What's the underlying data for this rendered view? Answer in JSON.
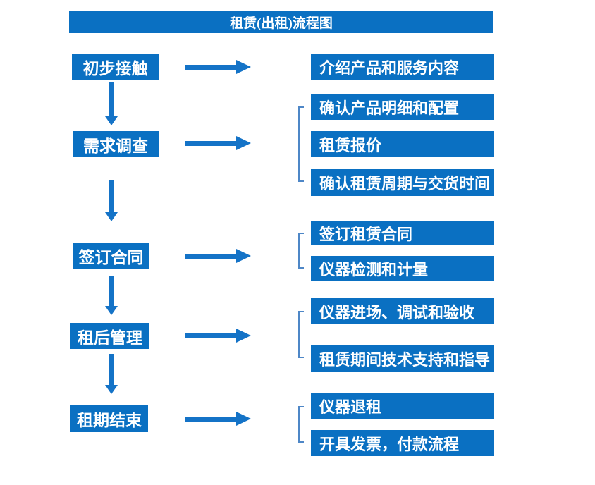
{
  "title": "租赁(出租)流程图",
  "colors": {
    "box_blue": "#0a70c2",
    "arrow_blue": "#1473c7",
    "bracket_blue": "#4e87c7",
    "text_white": "#ffffff"
  },
  "steps": [
    {
      "label": "初步接触",
      "details": [
        "介绍产品和服务内容"
      ]
    },
    {
      "label": "需求调查",
      "details": [
        "确认产品明细和配置",
        "租赁报价",
        "确认租赁周期与交货时间"
      ]
    },
    {
      "label": "签订合同",
      "details": [
        "签订租赁合同",
        "仪器检测和计量"
      ]
    },
    {
      "label": "租后管理",
      "details": [
        "仪器进场、调试和验收",
        "租赁期间技术支持和指导"
      ]
    },
    {
      "label": "租期结束",
      "details": [
        "仪器退租",
        "开具发票，付款流程"
      ]
    }
  ]
}
